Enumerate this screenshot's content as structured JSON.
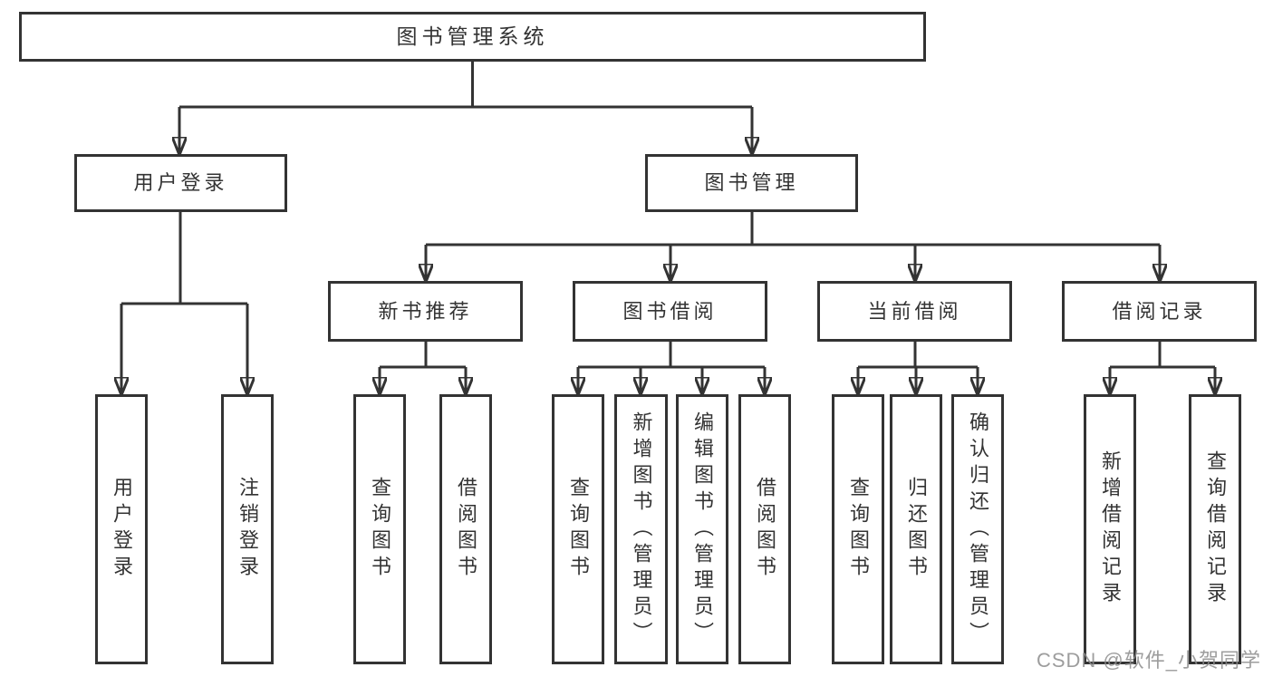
{
  "tree": {
    "root": "图书管理系统",
    "branches": [
      {
        "label": "用户登录",
        "children": [
          "用户登录",
          "注销登录"
        ]
      },
      {
        "label": "图书管理",
        "sections": [
          {
            "label": "新书推荐",
            "children": [
              "查询图书",
              "借阅图书"
            ]
          },
          {
            "label": "图书借阅",
            "children": [
              "查询图书",
              "新增图书（管理员）",
              "编辑图书（管理员）",
              "借阅图书"
            ]
          },
          {
            "label": "当前借阅",
            "children": [
              "查询图书",
              "归还图书",
              "确认归还（管理员）"
            ]
          },
          {
            "label": "借阅记录",
            "children": [
              "新增借阅记录",
              "查询借阅记录"
            ]
          }
        ]
      }
    ]
  },
  "watermark": {
    "text": "CSDN @软件_小贺同学"
  },
  "colors": {
    "line": "#333333",
    "box_border": "#333333",
    "text": "#333333",
    "background": "#ffffff",
    "watermark": "#8c8c8c"
  }
}
